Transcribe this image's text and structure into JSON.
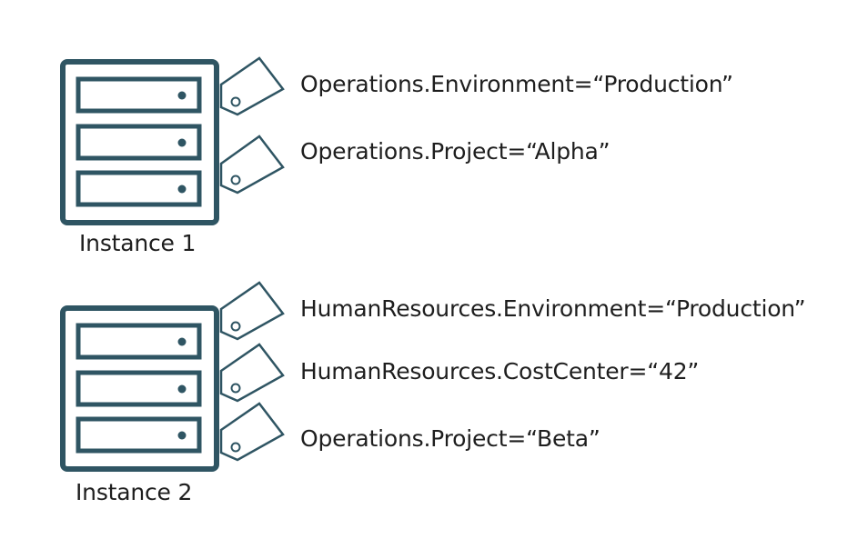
{
  "instances": [
    {
      "name": "Instance 1",
      "tags": [
        "Operations.Environment=“Production”",
        "Operations.Project=“Alpha”"
      ]
    },
    {
      "name": "Instance 2",
      "tags": [
        "HumanResources.Environment=“Production”",
        "HumanResources.CostCenter=“42”",
        "Operations.Project=“Beta”"
      ]
    }
  ],
  "colors": {
    "icon_stroke": "#2f5563",
    "text": "#1e1e1e",
    "background": "#ffffff"
  }
}
